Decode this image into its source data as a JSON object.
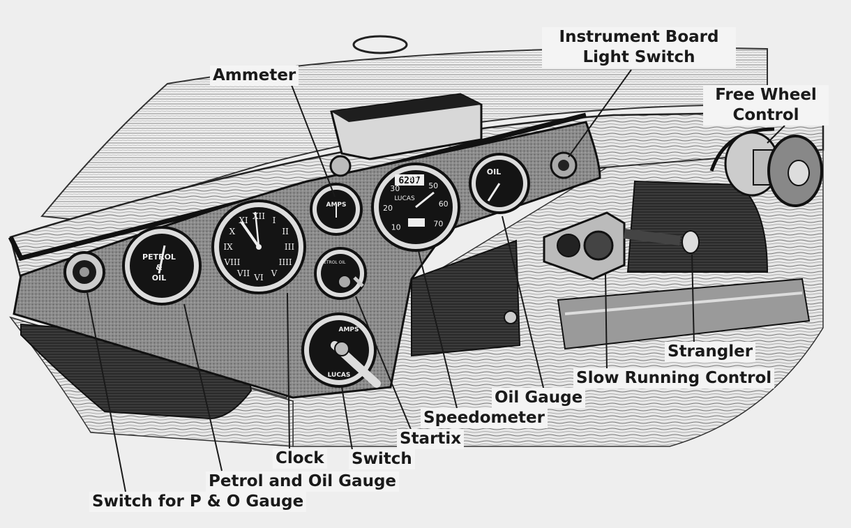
{
  "labels": {
    "ammeter": "Ammeter",
    "instrument_board_light_switch": [
      "Instrument Board",
      "Light Switch"
    ],
    "free_wheel_control": [
      "Free Wheel",
      "Control"
    ],
    "strangler": "Strangler",
    "slow_running_control": "Slow Running Control",
    "oil_gauge": "Oil Gauge",
    "speedometer": "Speedometer",
    "startix": "Startix",
    "switch": "Switch",
    "clock": "Clock",
    "petrol_and_oil_gauge": "Petrol and Oil Gauge",
    "switch_for_p_o_gauge": "Switch for P & O Gauge"
  },
  "dial_text": {
    "petrol_oil_gauge": [
      "PETROL",
      "&",
      "OIL"
    ],
    "ammeter_dial": "AMPS",
    "oil_dial": "OIL",
    "speedo_odometer": "6207",
    "speedo_brand": "LUCAS",
    "switch_brand": "LUCAS",
    "switch_amps": "AMPS",
    "startix_dial": "PETROL OIL",
    "clock_numerals": [
      "XII",
      "I",
      "II",
      "III",
      "IIII",
      "V",
      "VI",
      "VII",
      "VIII",
      "IX",
      "X",
      "XI"
    ],
    "speedo_numbers": [
      "10",
      "20",
      "30",
      "40",
      "50",
      "60",
      "70"
    ]
  },
  "colors": {
    "ink": "#1a1a1a",
    "paper": "#eeeeee",
    "panel": "#8a8a8a"
  }
}
